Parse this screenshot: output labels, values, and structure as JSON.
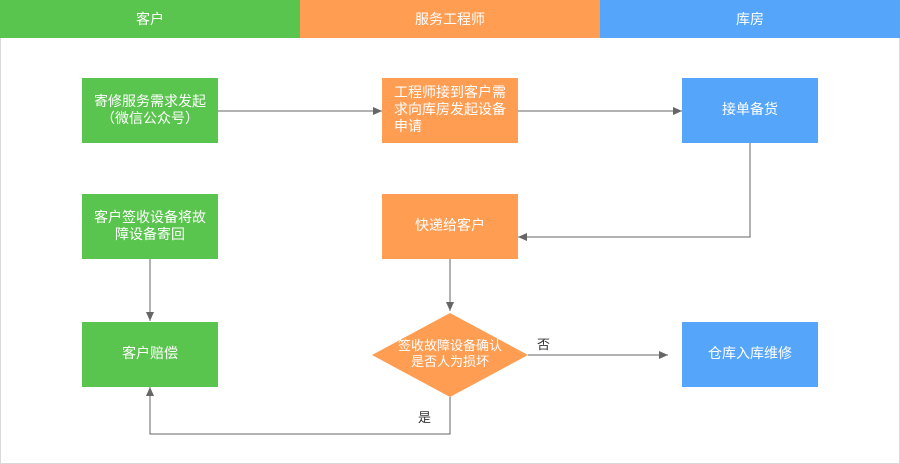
{
  "lanes": {
    "customer": "客户",
    "engineer": "服务工程师",
    "warehouse": "库房"
  },
  "nodes": {
    "request": "寄修服务需求发起（微信公众号）",
    "engineer_receive": "工程师接到客户需求向库房发起设备申请",
    "prepare_goods": "接单备货",
    "express": "快递给客户",
    "sign_return": "客户签收设备将故障设备寄回",
    "decision": "签收故障设备确认是否人为损坏",
    "compensate": "客户赔偿",
    "repair": "仓库入库维修"
  },
  "edge_labels": {
    "no": "否",
    "yes": "是"
  },
  "colors": {
    "customer": "#5ac54e",
    "engineer": "#ff9d53",
    "warehouse": "#55a6fb",
    "arrow": "#666666"
  }
}
